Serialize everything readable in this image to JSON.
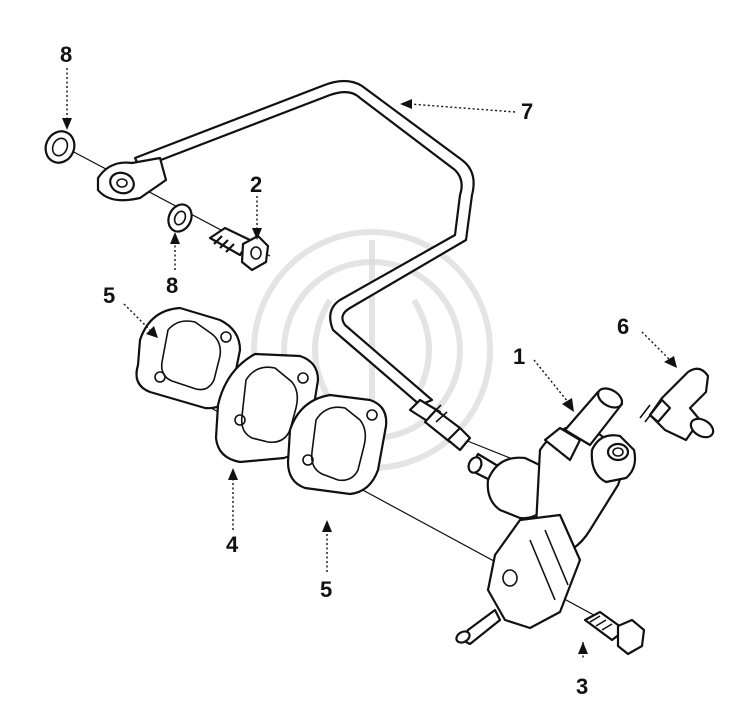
{
  "callouts": [
    {
      "id": "c1",
      "label": "1"
    },
    {
      "id": "c2",
      "label": "2"
    },
    {
      "id": "c3",
      "label": "3"
    },
    {
      "id": "c4",
      "label": "4"
    },
    {
      "id": "c5a",
      "label": "5"
    },
    {
      "id": "c5b",
      "label": "5"
    },
    {
      "id": "c6",
      "label": "6"
    },
    {
      "id": "c7",
      "label": "7"
    },
    {
      "id": "c8a",
      "label": "8"
    },
    {
      "id": "c8b",
      "label": "8"
    }
  ]
}
